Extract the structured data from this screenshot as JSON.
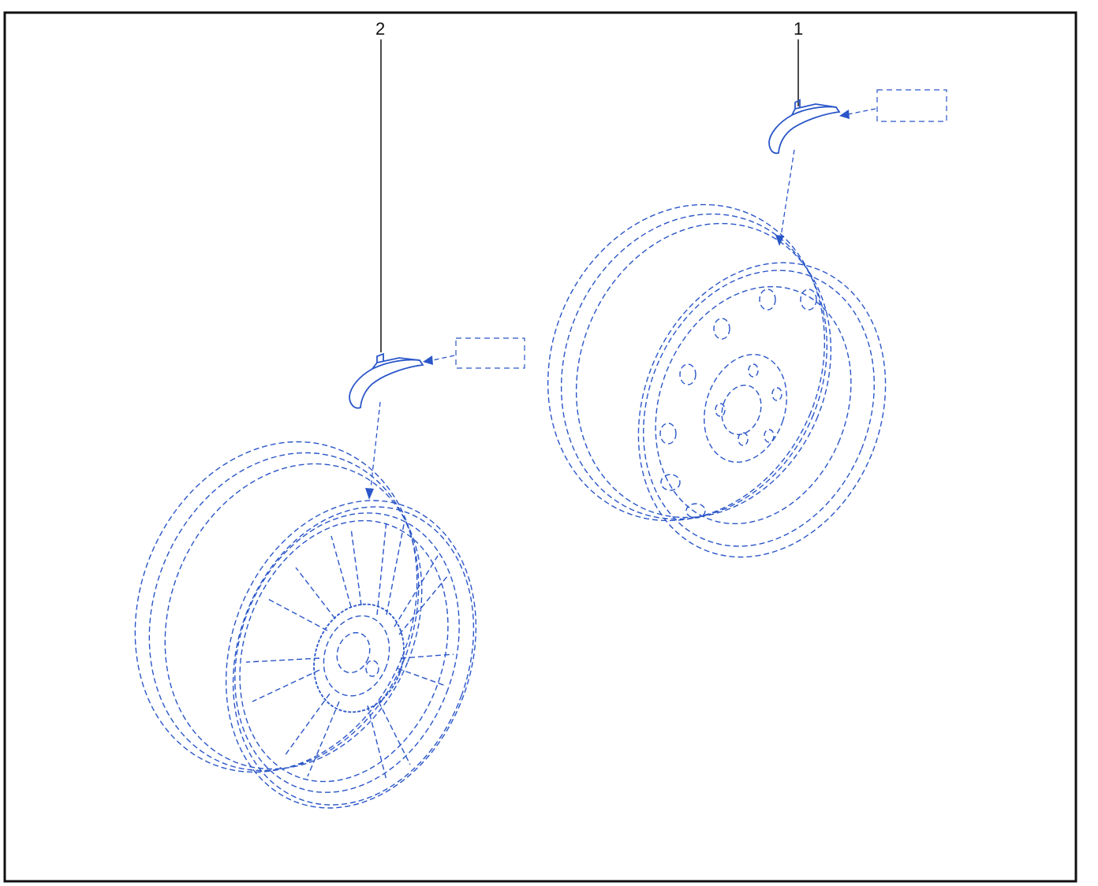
{
  "callouts": [
    {
      "id": "callout-1",
      "label": "1"
    },
    {
      "id": "callout-2",
      "label": "2"
    }
  ],
  "colors": {
    "line": "#2a56c8",
    "frame": "#111111",
    "background": "#ffffff"
  },
  "parts": [
    {
      "number": "1",
      "item": "clip-on-wheel-weight",
      "mounted_on": "steel-wheel"
    },
    {
      "number": "2",
      "item": "clip-on-wheel-weight",
      "mounted_on": "alloy-wheel"
    }
  ]
}
